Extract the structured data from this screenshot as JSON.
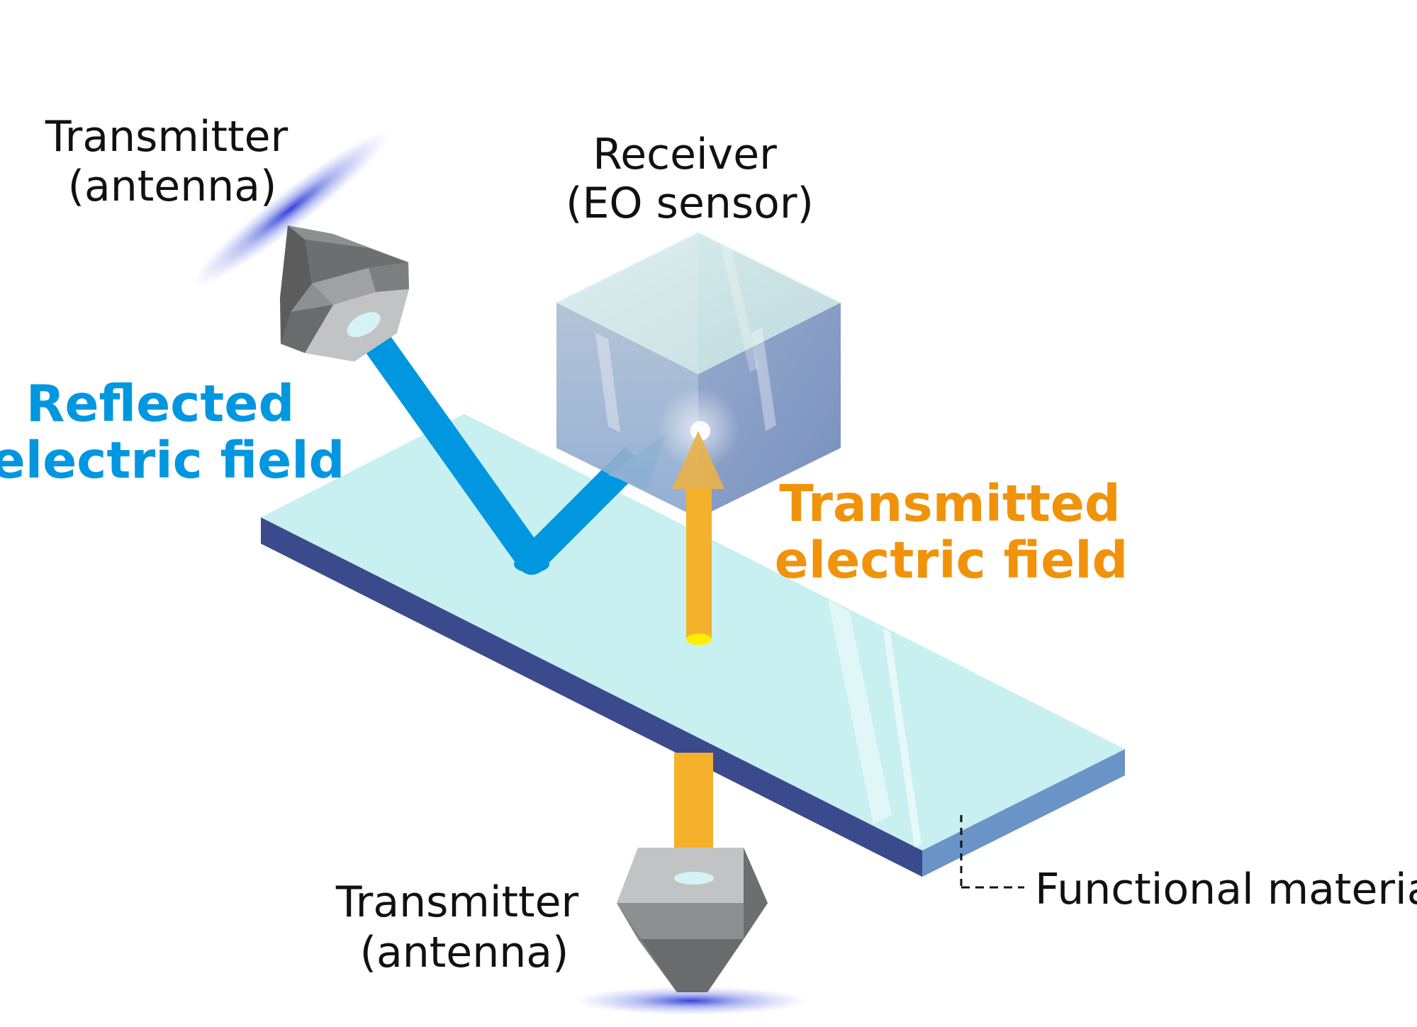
{
  "labels": {
    "transmitter_top_line1": "Transmitter",
    "transmitter_top_line2": "(antenna)",
    "receiver_line1": "Receiver",
    "receiver_line2": "(EO sensor)",
    "reflected_line1": "Reflected",
    "reflected_line2": "electric field",
    "transmitted_line1": "Transmitted",
    "transmitted_line2": "electric field",
    "transmitter_bottom_line1": "Transmitter",
    "transmitter_bottom_line2": "(antenna)",
    "functional_material": "Functional material"
  },
  "colors": {
    "reflected": "#0097e0",
    "reflected_tip": "#66d5ea",
    "transmitted": "#f5b12c",
    "transmitted_text": "#f0930a",
    "slab_top": "#c8f0f0",
    "slab_front": "#3a4a8c",
    "slab_side": "#6a93c8",
    "antenna_dark": "#5c5c5c",
    "antenna_mid": "#8d8f91",
    "antenna_light": "#c2c3c4",
    "glow": "#3a4ed8"
  },
  "icons": {
    "top_transmitter": "antenna-icon",
    "bottom_transmitter": "antenna-icon",
    "receiver": "eo-sensor-cube-icon"
  }
}
